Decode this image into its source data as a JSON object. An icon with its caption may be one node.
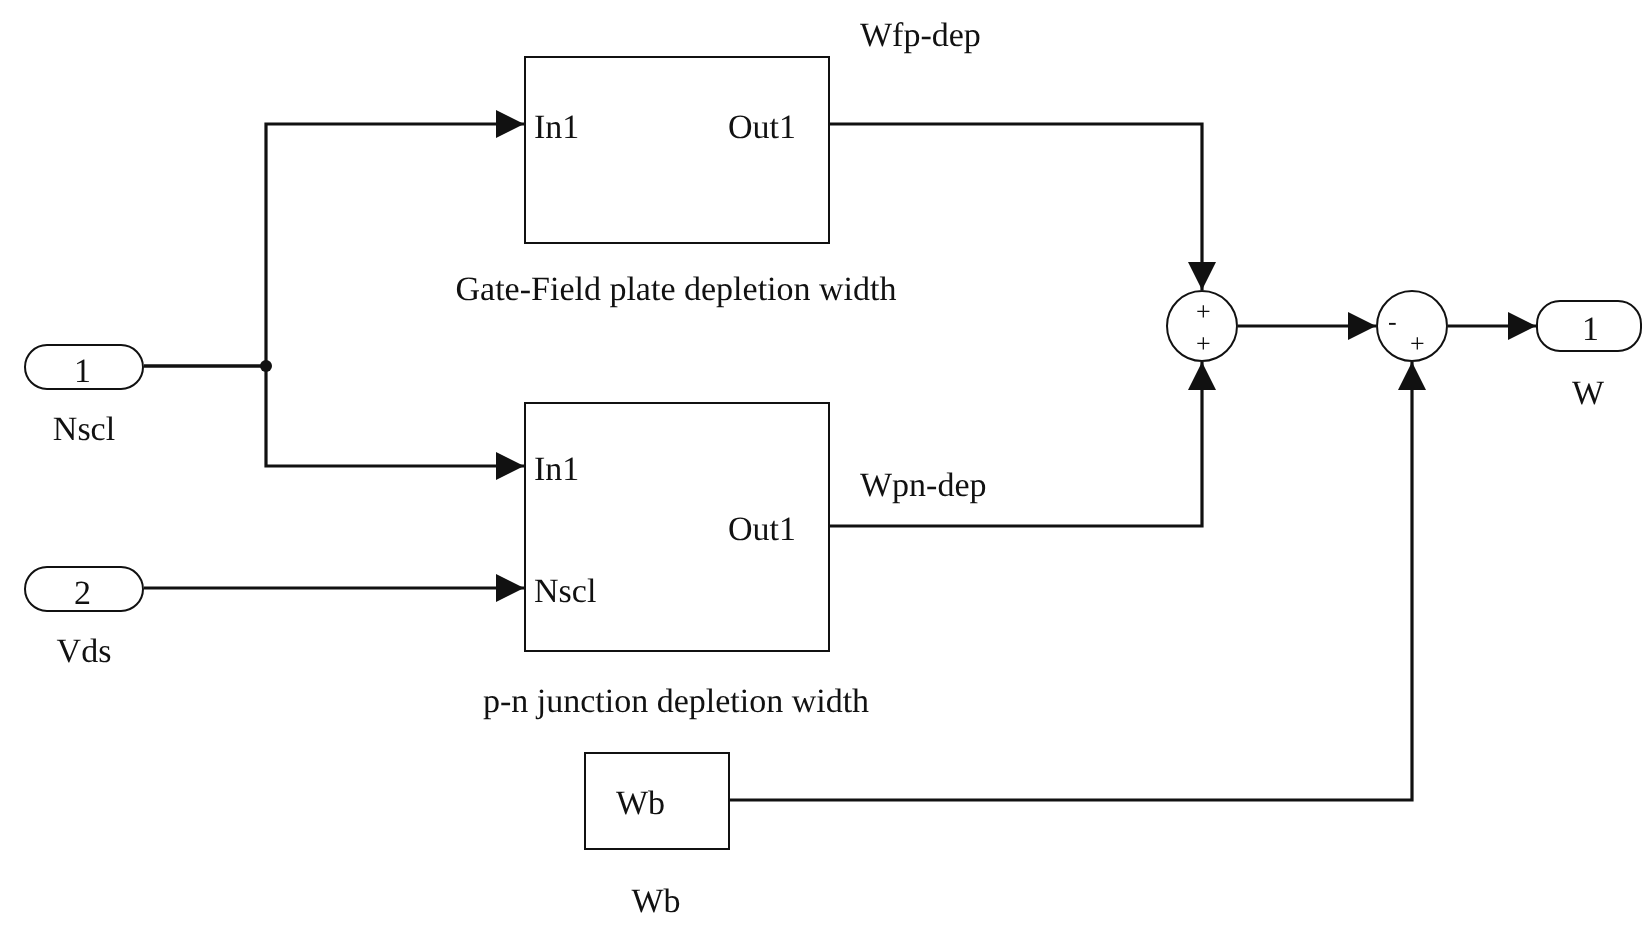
{
  "diagram": {
    "nodes": [
      {
        "text": [
          "1"
        ],
        "beside": [
          "Nscl"
        ]
      },
      {
        "text": [
          "2"
        ],
        "beside": [
          "Vds"
        ]
      },
      {
        "text": [
          "In1",
          "Out1"
        ],
        "beside": [
          "Gate-Field plate depletion width"
        ]
      },
      {
        "text": [
          "In1",
          "Nscl",
          "Out1"
        ],
        "beside": [
          "p-n junction depletion width"
        ]
      },
      {
        "text": [
          "Wb"
        ],
        "beside": [
          "Wb"
        ]
      },
      {
        "text": [
          "+",
          "+"
        ]
      },
      {
        "text": [
          "-",
          "+"
        ]
      },
      {
        "text": [
          "1"
        ],
        "beside": [
          "W"
        ]
      }
    ],
    "edges": [
      {
        "from": 0,
        "to": 2,
        "arrow": "to"
      },
      {
        "from": 0,
        "to": 3,
        "arrow": "to"
      },
      {
        "from": 1,
        "to": 3,
        "arrow": "to"
      },
      {
        "from": 2,
        "to": 5,
        "arrow": "to",
        "label": "Wfp-dep"
      },
      {
        "from": 3,
        "to": 5,
        "arrow": "to",
        "label": "Wpn-dep"
      },
      {
        "from": 5,
        "to": 6,
        "arrow": "to"
      },
      {
        "from": 4,
        "to": 6,
        "arrow": "to"
      },
      {
        "from": 6,
        "to": 7,
        "arrow": "to"
      }
    ]
  }
}
